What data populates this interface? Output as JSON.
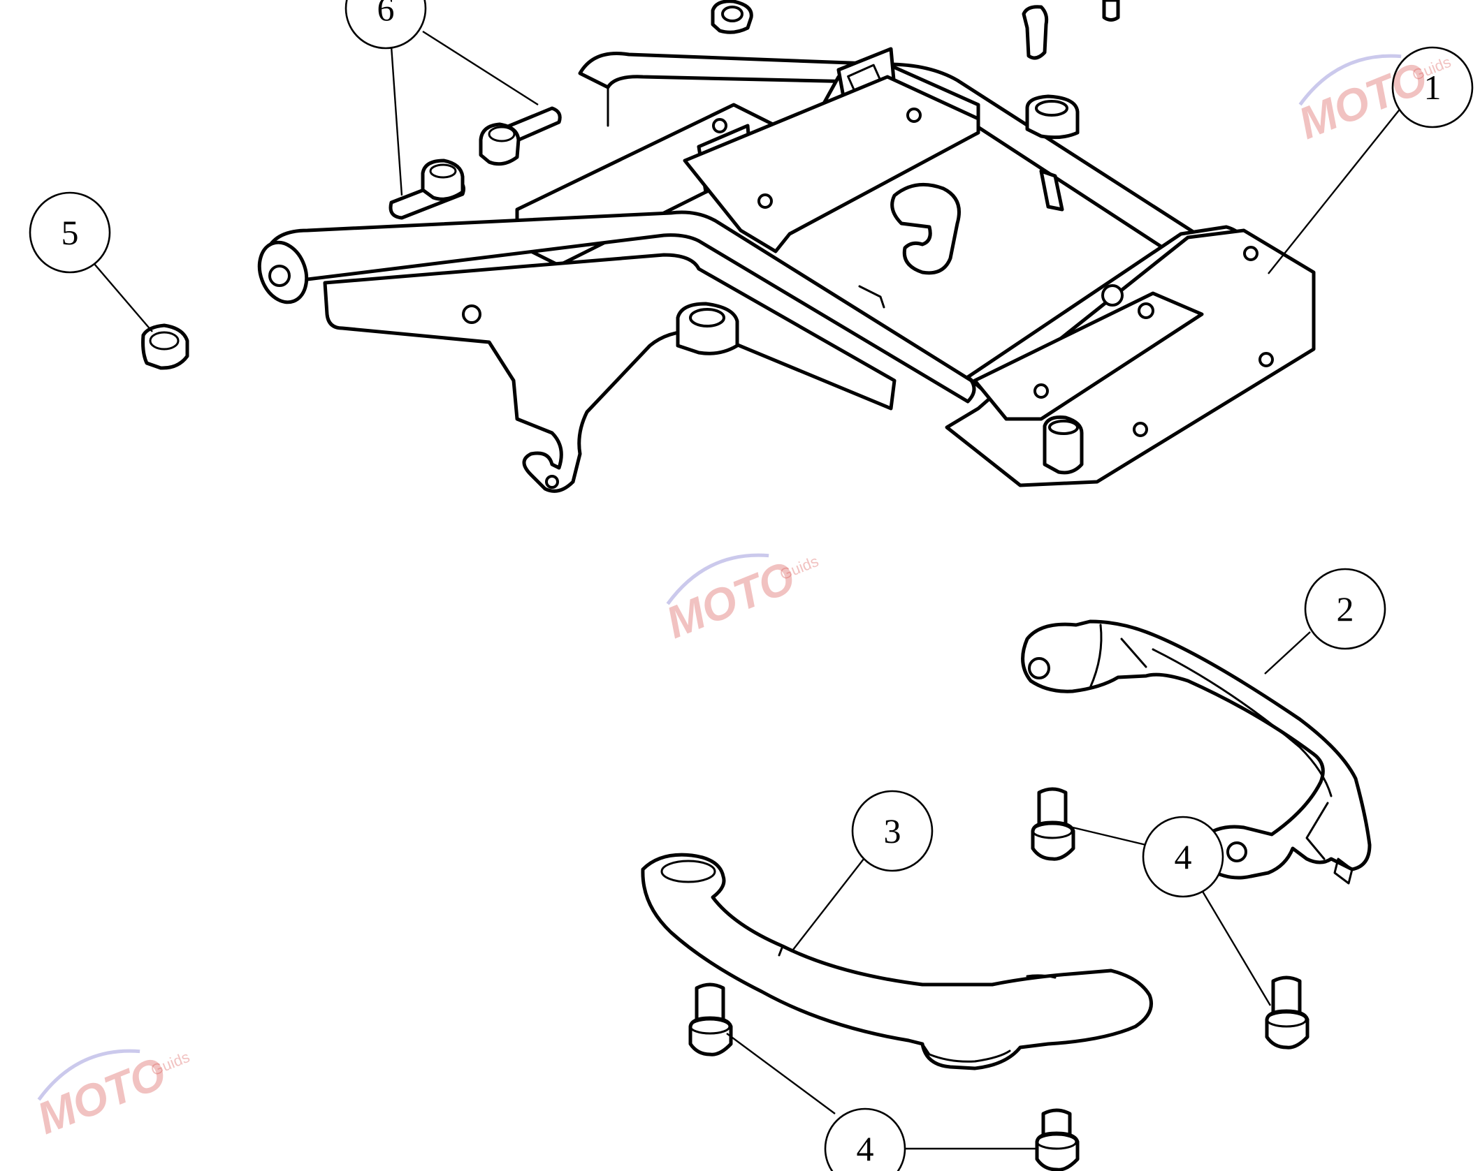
{
  "callouts": [
    {
      "id": "c1",
      "label": "1"
    },
    {
      "id": "c2",
      "label": "2"
    },
    {
      "id": "c3",
      "label": "3"
    },
    {
      "id": "c4a",
      "label": "4"
    },
    {
      "id": "c4b",
      "label": "4"
    },
    {
      "id": "c5",
      "label": "5"
    },
    {
      "id": "c6",
      "label": "6"
    }
  ],
  "watermark": {
    "brand": "MOTO",
    "sub": "Guids",
    "color": "#d9534f",
    "swoosh_color": "#6a64c8"
  }
}
